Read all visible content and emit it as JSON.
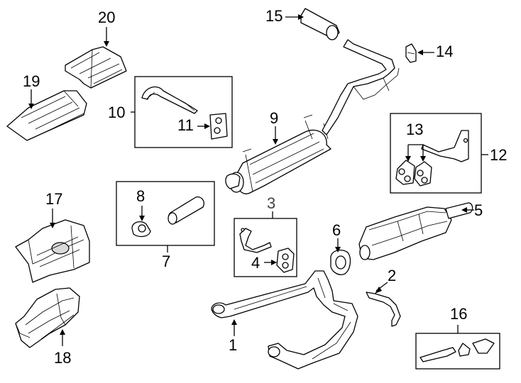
{
  "callouts": {
    "c1": "1",
    "c2": "2",
    "c3": "3",
    "c4": "4",
    "c5": "5",
    "c6": "6",
    "c7": "7",
    "c8": "8",
    "c9": "9",
    "c10": "10",
    "c11": "11",
    "c12": "12",
    "c13": "13",
    "c14": "14",
    "c15": "15",
    "c16": "16",
    "c17": "17",
    "c18": "18",
    "c19": "19",
    "c20": "20"
  },
  "parts": [
    {
      "callout": "1",
      "name": "front-pipe-y-pipe-icon"
    },
    {
      "callout": "2",
      "name": "oxygen-sensor-pipe-icon"
    },
    {
      "callout": "3",
      "name": "hanger-assembly-icon"
    },
    {
      "callout": "4",
      "name": "insulator-icon"
    },
    {
      "callout": "5",
      "name": "catalytic-converter-icon"
    },
    {
      "callout": "6",
      "name": "gasket-icon"
    },
    {
      "callout": "7",
      "name": "tailpipe-extension-kit-icon"
    },
    {
      "callout": "8",
      "name": "clamp-icon"
    },
    {
      "callout": "9",
      "name": "muffler-icon"
    },
    {
      "callout": "10",
      "name": "hanger-kit-icon"
    },
    {
      "callout": "11",
      "name": "insulator-icon"
    },
    {
      "callout": "12",
      "name": "bracket-assembly-icon"
    },
    {
      "callout": "13",
      "name": "insulators-icon"
    },
    {
      "callout": "14",
      "name": "hanger-clip-icon"
    },
    {
      "callout": "15",
      "name": "tailpipe-tip-icon"
    },
    {
      "callout": "16",
      "name": "heat-shield-set-icon"
    },
    {
      "callout": "17",
      "name": "heat-shield-icon"
    },
    {
      "callout": "18",
      "name": "heat-shield-icon"
    },
    {
      "callout": "19",
      "name": "heat-shield-icon"
    },
    {
      "callout": "20",
      "name": "heat-shield-icon"
    }
  ]
}
